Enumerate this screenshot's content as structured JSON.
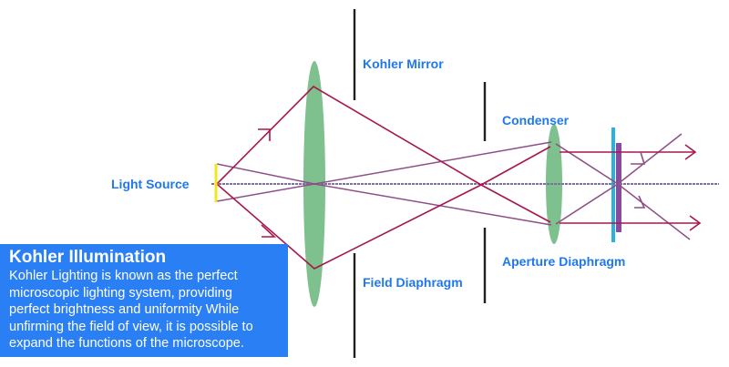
{
  "labels": {
    "light_source": "Light Source",
    "kohler_mirror": "Kohler Mirror",
    "condenser": "Condenser",
    "field_diaphragm": "Field Diaphragm",
    "aperture_diaphragm": "Aperture Diaphragm"
  },
  "info_box": {
    "title": "Kohler Illumination",
    "lines": [
      "Kohler Lighting is known as the perfect",
      "microscopic lighting system, providing",
      "perfect brightness and uniformity While",
      "unfirming the field of view, it is possible to",
      "expand the functions of the microscope."
    ]
  },
  "colors": {
    "label_blue": "#1f78ee",
    "box_blue": "#2b7ff5",
    "lens_green": "#7fc18e",
    "ray_red": "#a8174e",
    "ray_purple": "#8e4f86",
    "axis": "#7b6fa6",
    "source_yellow": "#f5e61b",
    "stage_cyan": "#2ab2de",
    "slide_purple": "#8a4a9e",
    "diaphragm_black": "#231f20"
  }
}
